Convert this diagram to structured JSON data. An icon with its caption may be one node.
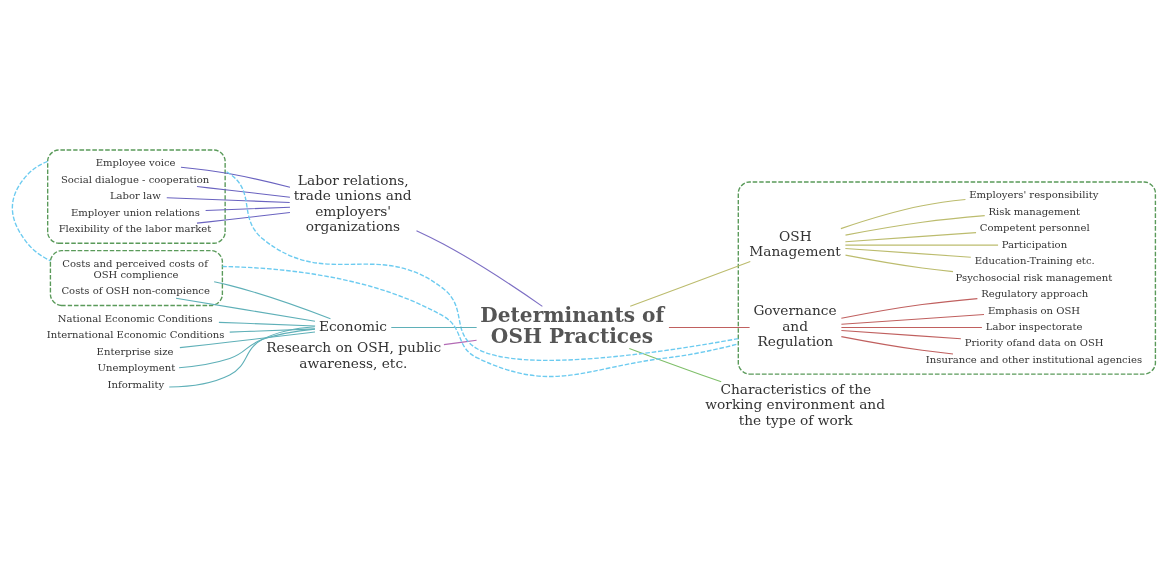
{
  "diagram": {
    "nodes": [
      {
        "text": [
          "Determinants of OSH Practices"
        ]
      },
      {
        "text": [
          "Research on OSH, public awareness, etc."
        ]
      },
      {
        "text": [],
        "shape": "box"
      },
      {
        "text": [
          "Labor relations, trade unions and employers' organizations"
        ]
      },
      {
        "text": [
          "Employee voice"
        ],
        "in": 2
      },
      {
        "text": [
          "Social dialogue - cooperation"
        ],
        "in": 2
      },
      {
        "text": [
          "Labor law"
        ],
        "in": 2
      },
      {
        "text": [
          "Employer union relations"
        ],
        "in": 2
      },
      {
        "text": [
          "Flexibility of the labor market"
        ],
        "in": 2
      },
      {
        "text": [],
        "shape": "box"
      },
      {
        "text": [
          "Governance and Regulation"
        ],
        "in": 9
      },
      {
        "text": [
          "Regulatory approach"
        ],
        "in": 9
      },
      {
        "text": [
          "Emphasis on OSH"
        ],
        "in": 9
      },
      {
        "text": [
          "Labor inspectorate"
        ],
        "in": 9
      },
      {
        "text": [
          "Priority ofand data on OSH"
        ],
        "in": 9
      },
      {
        "text": [
          "Insurance and other institutional agencies"
        ],
        "in": 9
      },
      {
        "text": [
          "OSH Management"
        ],
        "in": 9
      },
      {
        "text": [
          "Employers' responsibility"
        ],
        "in": 9
      },
      {
        "text": [
          "Risk management"
        ],
        "in": 9
      },
      {
        "text": [
          "Competent personnel"
        ],
        "in": 9
      },
      {
        "text": [
          "Participation"
        ],
        "in": 9
      },
      {
        "text": [
          "Education-Training etc."
        ],
        "in": 9
      },
      {
        "text": [
          "Psychosocial risk management"
        ],
        "in": 9
      },
      {
        "text": [
          "Economic"
        ]
      },
      {
        "text": [
          "National Economic Conditions"
        ]
      },
      {
        "text": [
          "International Economic Conditions"
        ]
      },
      {
        "text": [
          "Enterprise size"
        ]
      },
      {
        "text": [
          "Unemployment"
        ]
      },
      {
        "text": [
          "Informality"
        ]
      },
      {
        "text": [],
        "shape": "box"
      },
      {
        "text": [
          "Costs and perceived costs of OSH complience"
        ],
        "in": 29
      },
      {
        "text": [
          "Costs of OSH non-compience"
        ],
        "in": 29
      },
      {
        "text": [
          "Characteristics of the working environment and the type of work"
        ]
      }
    ],
    "edges": [
      {
        "from": 0,
        "to": 1,
        "arrow": "none",
        "color": "#b36bb5"
      },
      {
        "from": 0,
        "to": 3,
        "arrow": "none",
        "color": "#7d6fc4"
      },
      {
        "from": 0,
        "to": 23,
        "arrow": "none"
      },
      {
        "from": 0,
        "to": 32,
        "arrow": "none",
        "color": "#7fbf6a"
      },
      {
        "from": 0,
        "to": 10,
        "arrow": "none",
        "color": "#c0605f"
      },
      {
        "from": 0,
        "to": 16,
        "arrow": "none",
        "color": "#bcbc6e"
      },
      {
        "from": 3,
        "to": 4,
        "arrow": "none",
        "color": "#6a63c0"
      },
      {
        "from": 3,
        "to": 5,
        "arrow": "none",
        "color": "#6a63c0"
      },
      {
        "from": 3,
        "to": 6,
        "arrow": "none",
        "color": "#6a63c0"
      },
      {
        "from": 3,
        "to": 7,
        "arrow": "none",
        "color": "#6a63c0"
      },
      {
        "from": 3,
        "to": 8,
        "arrow": "none",
        "color": "#6a63c0"
      },
      {
        "from": 10,
        "to": 11,
        "arrow": "none",
        "color": "#c0605f"
      },
      {
        "from": 10,
        "to": 12,
        "arrow": "none",
        "color": "#c0605f"
      },
      {
        "from": 10,
        "to": 13,
        "arrow": "none",
        "color": "#c0605f"
      },
      {
        "from": 10,
        "to": 14,
        "arrow": "none",
        "color": "#c0605f"
      },
      {
        "from": 10,
        "to": 15,
        "arrow": "none",
        "color": "#c0605f"
      },
      {
        "from": 16,
        "to": 17,
        "arrow": "none",
        "color": "#bcbc6e"
      },
      {
        "from": 16,
        "to": 18,
        "arrow": "none",
        "color": "#bcbc6e"
      },
      {
        "from": 16,
        "to": 19,
        "arrow": "none",
        "color": "#bcbc6e"
      },
      {
        "from": 16,
        "to": 20,
        "arrow": "none",
        "color": "#bcbc6e"
      },
      {
        "from": 16,
        "to": 21,
        "arrow": "none",
        "color": "#bcbc6e"
      },
      {
        "from": 16,
        "to": 22,
        "arrow": "none",
        "color": "#bcbc6e"
      },
      {
        "from": 23,
        "to": 24,
        "arrow": "none"
      },
      {
        "from": 23,
        "to": 25,
        "arrow": "none"
      },
      {
        "from": 23,
        "to": 26,
        "arrow": "none"
      },
      {
        "from": 23,
        "to": 27,
        "arrow": "none"
      },
      {
        "from": 23,
        "to": 28,
        "arrow": "none"
      },
      {
        "from": 23,
        "to": 30,
        "arrow": "none"
      },
      {
        "from": 23,
        "to": 31,
        "arrow": "none"
      },
      {
        "from": 9,
        "to": 2,
        "arrow": "none",
        "style": "dashed",
        "color": "#6ccbf0"
      },
      {
        "from": 2,
        "to": 29,
        "arrow": "none",
        "style": "dashed",
        "color": "#6ccbf0"
      },
      {
        "from": 29,
        "to": 9,
        "arrow": "none",
        "style": "dashed",
        "color": "#6ccbf0"
      }
    ]
  }
}
